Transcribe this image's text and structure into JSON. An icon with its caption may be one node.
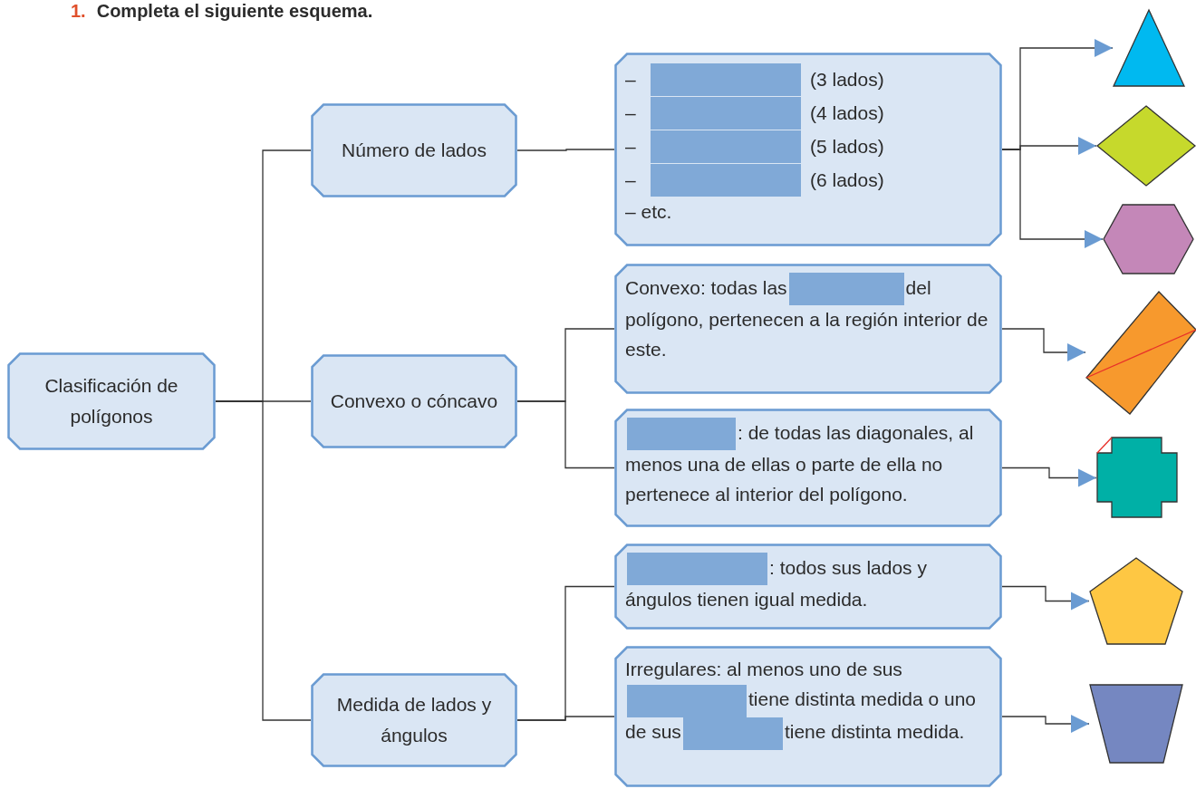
{
  "diagram": {
    "title": "Completa el siguiente esquema.",
    "nodes": [
      {
        "text": [
          "Clasificación de polígonos"
        ]
      },
      {
        "text": [
          "Número de lados"
        ]
      },
      {
        "text": [
          "Convexo o cóncavo"
        ]
      },
      {
        "text": [
          "Medida de lados y ángulos"
        ]
      },
      {
        "text": [
          "–",
          "(3 lados)",
          "–",
          "(4 lados)",
          "–",
          "(5 lados)",
          "–",
          "(6 lados)",
          "– etc."
        ]
      },
      {
        "text": [
          "Convexo: todas las",
          "del polígono, pertenecen a la región interior de este."
        ]
      },
      {
        "text": [
          ": de todas las diagonales, al menos una de ellas o parte de ella no pertenece al interior del polígono."
        ]
      },
      {
        "text": [
          ": todos sus lados y ángulos tienen igual medida."
        ]
      },
      {
        "text": [
          "Irregulares: al menos uno de sus",
          "tiene distinta medida o uno de sus",
          "tiene distinta medida."
        ]
      },
      {
        "text": [],
        "shape": "triangle"
      },
      {
        "text": [],
        "shape": "diamond"
      },
      {
        "text": [],
        "shape": "hexagon"
      },
      {
        "text": [],
        "shape": "rectangle"
      },
      {
        "text": [],
        "shape": "cross"
      },
      {
        "text": [],
        "shape": "pentagon"
      },
      {
        "text": [],
        "shape": "trapezoid"
      }
    ],
    "edges": [
      {
        "from": 0,
        "to": 1,
        "arrow": "none"
      },
      {
        "from": 0,
        "to": 2,
        "arrow": "none"
      },
      {
        "from": 0,
        "to": 3,
        "arrow": "none"
      },
      {
        "from": 1,
        "to": 4,
        "arrow": "none"
      },
      {
        "from": 2,
        "to": 5,
        "arrow": "none"
      },
      {
        "from": 2,
        "to": 6,
        "arrow": "none"
      },
      {
        "from": 3,
        "to": 7,
        "arrow": "none"
      },
      {
        "from": 3,
        "to": 8,
        "arrow": "none"
      },
      {
        "from": 4,
        "to": 9,
        "arrow": "to"
      },
      {
        "from": 4,
        "to": 10,
        "arrow": "to"
      },
      {
        "from": 4,
        "to": 11,
        "arrow": "to"
      },
      {
        "from": 5,
        "to": 12,
        "arrow": "to"
      },
      {
        "from": 6,
        "to": 13,
        "arrow": "to"
      },
      {
        "from": 7,
        "to": 14,
        "arrow": "to"
      },
      {
        "from": 8,
        "to": 15,
        "arrow": "to"
      }
    ],
    "labels": [
      "1."
    ]
  }
}
